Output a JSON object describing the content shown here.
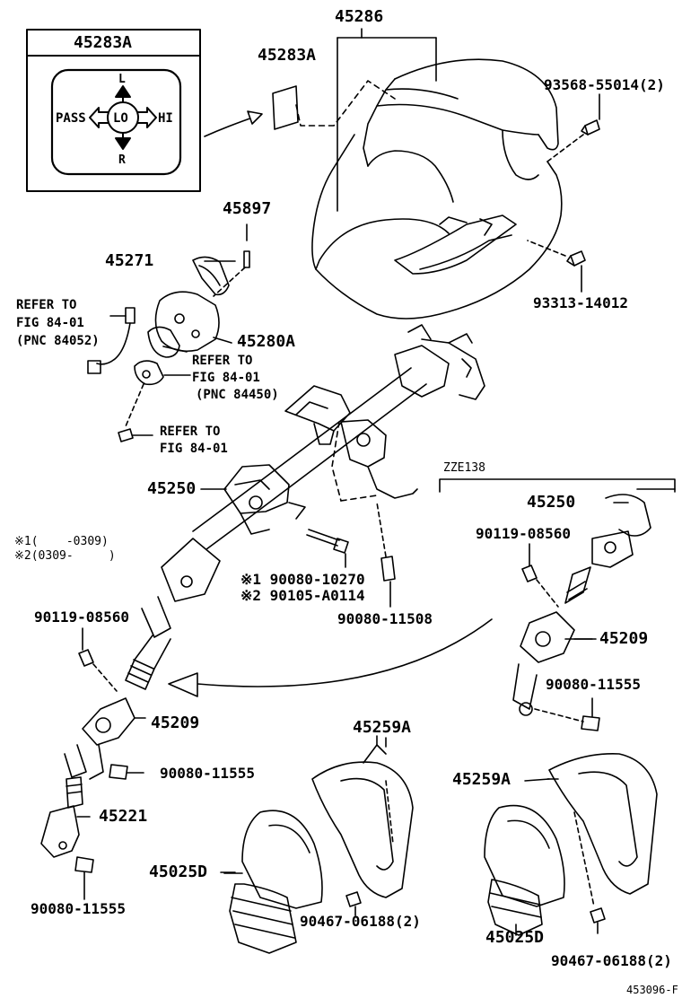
{
  "diagram": {
    "inset": {
      "part_no": "45283A",
      "pass_label": "PASS",
      "lo_label": "LO",
      "hi_label": "HI",
      "l_label": "L",
      "r_label": "R"
    },
    "labels": {
      "p45286": "45286",
      "p45283A_main": "45283A",
      "p93568": "93568-55014(2)",
      "p93313": "93313-14012",
      "p45897": "45897",
      "p45271": "45271",
      "p45280A": "45280A",
      "refer1_line1": "REFER TO",
      "refer1_line2": "FIG 84-01",
      "refer1_line3": "(PNC 84052)",
      "refer2_line1": "REFER TO",
      "refer2_line2": "FIG 84-01",
      "refer2_line3": "(PNC 84450)",
      "refer3_line1": "REFER TO",
      "refer3_line2": "FIG 84-01",
      "p45250_left": "45250",
      "note1": "※1(    -0309)",
      "note2": "※2(0309-     )",
      "bolt1": "※1 90080-10270",
      "bolt2": "※2 90105-A0114",
      "p90080_11508": "90080-11508",
      "p90119_left": "90119-08560",
      "p45209_left": "45209",
      "p90080_11555_mid": "90080-11555",
      "p45221": "45221",
      "p45025D_left": "45025D",
      "p90080_11555_bottom": "90080-11555",
      "p45259A_left": "45259A",
      "p90467_left": "90467-06188(2)",
      "zze": "ZZE138",
      "p45250_right": "45250",
      "p90119_right": "90119-08560",
      "p45209_right": "45209",
      "p90080_11555_right": "90080-11555",
      "p45259A_right": "45259A",
      "p45025D_right": "45025D",
      "p90467_right": "90467-06188(2)",
      "figure_code": "453096-F"
    }
  }
}
